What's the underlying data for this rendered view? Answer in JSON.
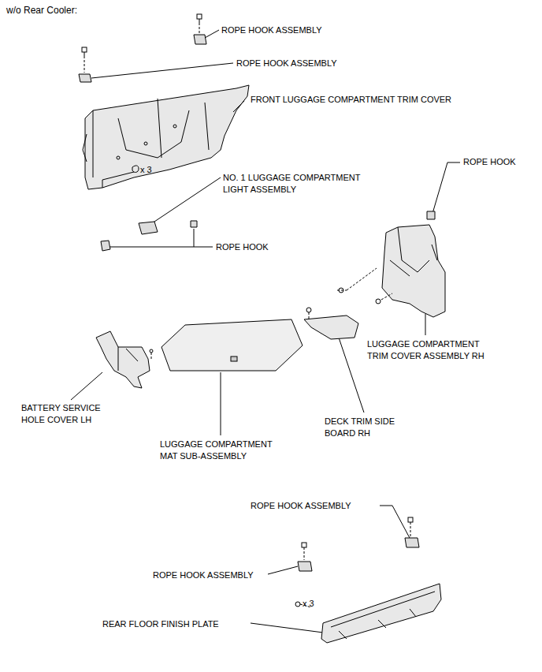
{
  "diagram": {
    "title": "w/o Rear Cooler:",
    "labels": [
      "ROPE HOOK ASSEMBLY",
      "ROPE HOOK ASSEMBLY",
      "FRONT LUGGAGE COMPARTMENT TRIM COVER",
      "x 3",
      "NO. 1 LUGGAGE COMPARTMENT LIGHT ASSEMBLY",
      "ROPE HOOK",
      "ROPE HOOK",
      "LUGGAGE COMPARTMENT TRIM COVER ASSEMBLY RH",
      "BATTERY SERVICE HOLE COVER LH",
      "LUGGAGE COMPARTMENT MAT SUB-ASSEMBLY",
      "DECK TRIM SIDE BOARD RH",
      "ROPE HOOK ASSEMBLY",
      "ROPE HOOK ASSEMBLY",
      "x 3",
      "REAR FLOOR FINISH PLATE"
    ]
  }
}
